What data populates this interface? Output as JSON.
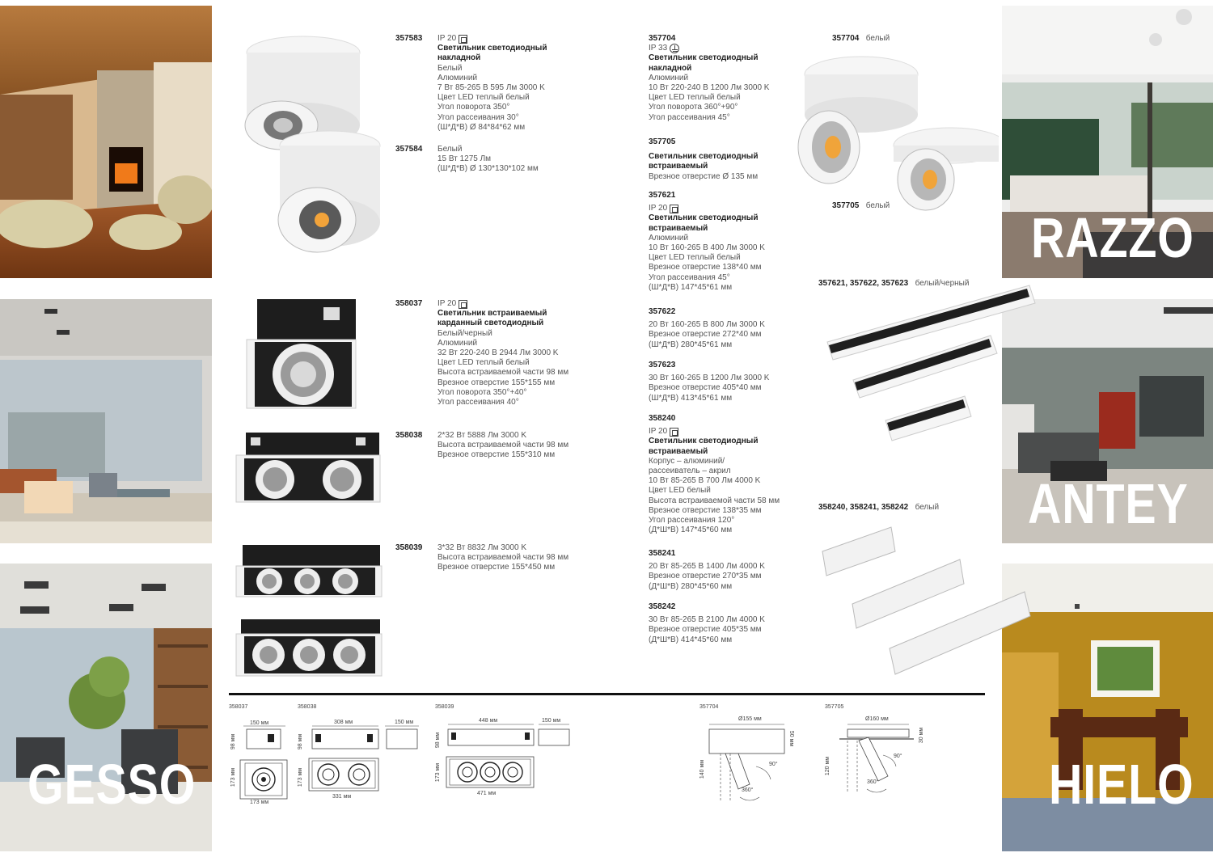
{
  "left_photos": [
    {
      "name": "gesso-living-room",
      "caption": ""
    },
    {
      "name": "office-room",
      "caption": ""
    },
    {
      "name": "gesso-office",
      "caption": "GESSO"
    }
  ],
  "right_photos": [
    {
      "name": "razzo-room",
      "caption": "RAZZO"
    },
    {
      "name": "antey-room",
      "caption": "ANTEY"
    },
    {
      "name": "hielo-room",
      "caption": "HIELO"
    }
  ],
  "products": {
    "p357583": {
      "code": "357583",
      "ip": "IP 20",
      "title1": "Светильник светодиодный",
      "title2": "накладной",
      "l1": "Белый",
      "l2": "Алюминий",
      "l3": "7 Вт    85-265 В    595 Лм    3000 K",
      "l4": "Цвет LED теплый белый",
      "l5": "Угол поворота 350°",
      "l6": "Угол рассеивания 30°",
      "l7": "(Ш*Д*В) Ø 84*84*62 мм"
    },
    "p357584": {
      "code": "357584",
      "l1": "Белый",
      "l2": "15 Вт    1275 Лм",
      "l3": "(Ш*Д*В) Ø 130*130*102 мм"
    },
    "p358037": {
      "code": "358037",
      "ip": "IP 20",
      "title1": "Светильник встраиваемый",
      "title2": "карданный светодиодный",
      "l1": "Белый/черный",
      "l2": "Алюминий",
      "l3": "32 Вт    220-240 В    2944 Лм    3000 K",
      "l4": "Цвет LED теплый белый",
      "l5": "Высота встраиваемой части 98 мм",
      "l6": "Врезное отверстие 155*155 мм",
      "l7": "Угол поворота 350°+40°",
      "l8": "Угол рассеивания 40°"
    },
    "p358038": {
      "code": "358038",
      "l1": "2*32 Вт    5888 Лм    3000 K",
      "l2": "Высота встраиваемой части 98 мм",
      "l3": "Врезное отверстие 155*310 мм"
    },
    "p358039": {
      "code": "358039",
      "l1": "3*32 Вт    8832 Лм    3000 K",
      "l2": "Высота встраиваемой части 98 мм",
      "l3": "Врезное отверстие 155*450 мм"
    },
    "p357704": {
      "code": "357704",
      "ip": "IP 33",
      "title1": "Светильник светодиодный",
      "title2": "накладной",
      "l1": "Алюминий",
      "l2": "10 Вт    220-240 В    1200 Лм    3000 K",
      "l3": "Цвет LED теплый белый",
      "l4": "Угол поворота 360°+90°",
      "l5": "Угол рассеивания 45°"
    },
    "p357705": {
      "code": "357705",
      "title1": "Светильник светодиодный",
      "title2": "встраиваемый",
      "l1": "Врезное отверстие Ø 135 мм"
    },
    "p357621": {
      "code": "357621",
      "ip": "IP 20",
      "title1": "Светильник светодиодный",
      "title2": "встраиваемый",
      "l1": "Алюминий",
      "l2": "10 Вт    160-265 В    400 Лм    3000 K",
      "l3": "Цвет LED теплый белый",
      "l4": "Врезное отверстие 138*40 мм",
      "l5": "Угол рассеивания 45°",
      "l6": "(Ш*Д*В) 147*45*61 мм"
    },
    "p357622": {
      "code": "357622",
      "l1": "20 Вт    160-265 В    800 Лм    3000 K",
      "l2": "Врезное отверстие 272*40 мм",
      "l3": "(Ш*Д*В) 280*45*61 мм"
    },
    "p357623": {
      "code": "357623",
      "l1": "30 Вт    160-265 В    1200 Лм    3000 K",
      "l2": "Врезное отверстие 405*40 мм",
      "l3": "(Ш*Д*В) 413*45*61 мм"
    },
    "p358240": {
      "code": "358240",
      "ip": "IP 20",
      "title1": "Светильник светодиодный",
      "title2": "встраиваемый",
      "l1": "Корпус – алюминий/",
      "l2": "рассеиватель – акрил",
      "l3": "10 Вт    85-265 В    700 Лм    4000 K",
      "l4": "Цвет LED белый",
      "l5": "Высота встраиваемой части 58 мм",
      "l6": "Врезное отверстие 138*35 мм",
      "l7": "Угол рассеивания 120°",
      "l8": "(Д*Ш*В) 147*45*60 мм"
    },
    "p358241": {
      "code": "358241",
      "l1": "20 Вт    85-265 В    1400 Лм    4000 K",
      "l2": "Врезное отверстие 270*35 мм",
      "l3": "(Д*Ш*В) 280*45*60 мм"
    },
    "p358242": {
      "code": "358242",
      "l1": "30 Вт    85-265 В    2100 Лм    4000 K",
      "l2": "Врезное отверстие 405*35 мм",
      "l3": "(Д*Ш*В) 414*45*60 мм"
    }
  },
  "image_labels": {
    "a357704": {
      "code": "357704",
      "color": "белый"
    },
    "a357705": {
      "code": "357705",
      "color": "белый"
    },
    "a357621": {
      "code": "357621, 357622, 357623",
      "color": "белый/черный"
    },
    "a358240": {
      "code": "358240, 358241, 358242",
      "color": "белый"
    }
  },
  "drawings": {
    "d358037": {
      "code": "358037",
      "w": "150 мм",
      "h": "98 мм",
      "side": "173 мм",
      "bottom": "173 мм"
    },
    "d358038": {
      "code": "358038",
      "w": "308 мм",
      "w2": "150 мм",
      "h": "98 мм",
      "side": "173 мм",
      "bottom": "331 мм"
    },
    "d358039": {
      "code": "358039",
      "w": "448 мм",
      "w2": "150 мм",
      "h": "98 мм",
      "side": "173 мм",
      "bottom": "471 мм"
    },
    "d357704": {
      "code": "357704",
      "dia": "Ø155 мм",
      "h": "50 мм",
      "drop": "140 мм",
      "a90": "90°",
      "a360": "360°"
    },
    "d357705": {
      "code": "357705",
      "dia": "Ø160 мм",
      "h": "30 мм",
      "drop": "120 мм",
      "a90": "90°",
      "a360": "360°"
    }
  },
  "colors": {
    "accent_dark": "#1a1a1a",
    "rule": "#111111"
  }
}
